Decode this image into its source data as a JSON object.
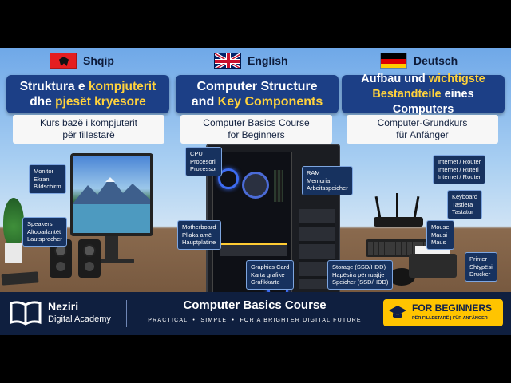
{
  "languages": [
    {
      "name": "Shqip",
      "flag_color": "#e41e20",
      "title_line1_part1": "Struktura e ",
      "title_line1_part2": "kompjuterit",
      "title_line2_part1": "dhe ",
      "title_line2_part2": "pjesët kryesore",
      "subtitle_line1": "Kurs bazë i kompjuterit",
      "subtitle_line2": "për fillestarë"
    },
    {
      "name": "English",
      "flag_color": "#012169",
      "title_line1": "Computer Structure",
      "title_line2_part1": "and ",
      "title_line2_part2": "Key Components",
      "subtitle_line1": "Computer Basics Course",
      "subtitle_line2": "for Beginners"
    },
    {
      "name": "Deutsch",
      "flag_color": "#000000",
      "title_line1_part1": "Aufbau und ",
      "title_line1_part2": "wichtigste",
      "title_line2_part1": "Bestandteile",
      "title_line2_part2": " eines Computers",
      "subtitle_line1": "Computer-Grundkurs",
      "subtitle_line2": "für Anfänger"
    }
  ],
  "callouts": {
    "monitor": [
      "Monitor",
      "Ekrani",
      "Bildschirm"
    ],
    "speakers": [
      "Speakers",
      "Altoparlantët",
      "Lautsprecher"
    ],
    "cpu": [
      "CPU",
      "Procesori",
      "Prozessor"
    ],
    "ram": [
      "RAM",
      "Memoria",
      "Arbeitsspeicher"
    ],
    "motherboard": [
      "Motherboard",
      "Pllaka amë",
      "Hauptplatine"
    ],
    "graphics": [
      "Graphics Card",
      "Karta grafike",
      "Grafikkarte"
    ],
    "storage": [
      "Storage (SSD/HDD)",
      "Hapësira për ruajtje",
      "Speicher (SSD/HDD)"
    ],
    "router": [
      "Internet / Router",
      "Internet / Ruteri",
      "Internet / Router"
    ],
    "keyboard": [
      "Keyboard",
      "Tastiera",
      "Tastatur"
    ],
    "mouse": [
      "Mouse",
      "Mausi",
      "Maus"
    ],
    "printer": [
      "Printer",
      "Shtypësi",
      "Drucker"
    ]
  },
  "footer": {
    "brand_line1": "Neziri",
    "brand_line2": "Digital Academy",
    "course_title": "Computer Basics Course",
    "tagline": "PRACTICAL  •  SIMPLE  •  FOR A BRIGHTER DIGITAL FUTURE",
    "badge_main": "FOR BEGINNERS",
    "badge_sub": "PËR FILLESTARË | FÜR ANFÄNGER"
  },
  "colors": {
    "navy": "#1c3f86",
    "accent_yellow": "#ffd23c",
    "footer_bg": "#0f1f3f",
    "callout_bg": "#17325f"
  },
  "icons": [
    "book-icon",
    "graduation-cap-icon"
  ]
}
